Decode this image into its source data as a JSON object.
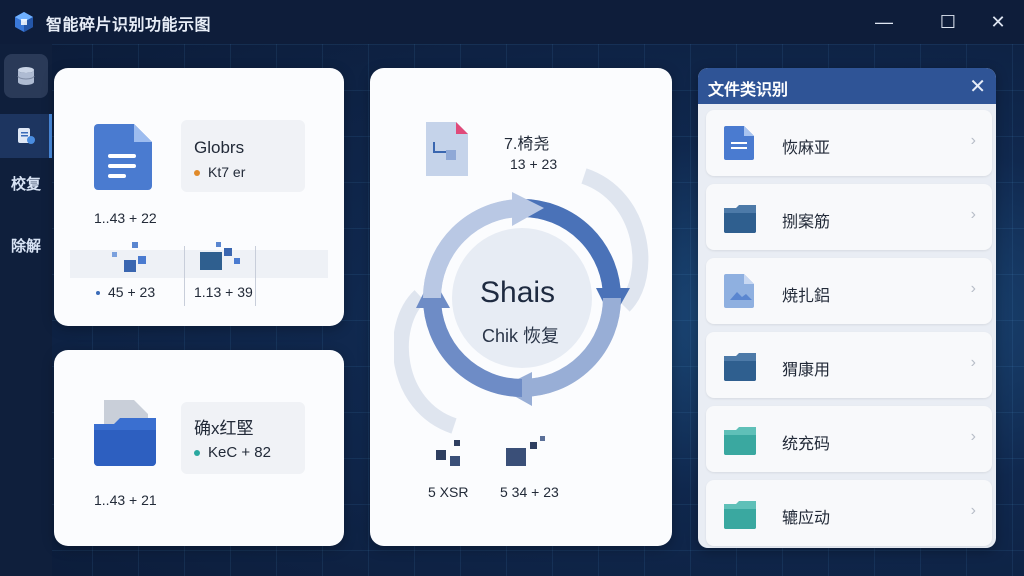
{
  "window": {
    "title": "智能碎片识别功能示图",
    "minimize_glyph": "—",
    "maximize_glyph": "☐",
    "close_glyph": "✕"
  },
  "sidebar": {
    "items": [
      {
        "icon": "database-icon"
      },
      {
        "icon": "document-search-icon"
      }
    ],
    "text_items": [
      "校复",
      "除解"
    ]
  },
  "card1": {
    "doc_title": "Globrs",
    "doc_sub": "Kt7 er",
    "doc_stat": "1..43 + 22",
    "frag1_stat": "45 + 23",
    "frag2_stat": "1.13 + 39"
  },
  "card2": {
    "folder_title": "确x红堅",
    "folder_sub": "KeC + 82",
    "folder_stat": "1..43 + 21"
  },
  "center": {
    "file_title": "7.椅尧",
    "file_sub": "13 + 23",
    "main_label": "Shais",
    "sub_label": "Chik 恢复",
    "frag_left": "5 XSR",
    "frag_right": "5 34 + 23"
  },
  "panel": {
    "title": "文件类识别",
    "close_glyph": "✕",
    "rows": [
      {
        "label": "恢麻亚",
        "icon": "document-icon",
        "color": "#4a7bd0"
      },
      {
        "label": "捌案筋",
        "icon": "folder-icon",
        "color": "#2f5f8f"
      },
      {
        "label": "焼扎鋁",
        "icon": "image-file-icon",
        "color": "#8fb0e0"
      },
      {
        "label": "猬康用",
        "icon": "folder-icon",
        "color": "#2f5f8f"
      },
      {
        "label": "统充码",
        "icon": "folder-icon",
        "color": "#3aa8a0"
      },
      {
        "label": "辘应动",
        "icon": "folder-icon",
        "color": "#3aa8a0"
      }
    ],
    "row_arrow": "›"
  }
}
